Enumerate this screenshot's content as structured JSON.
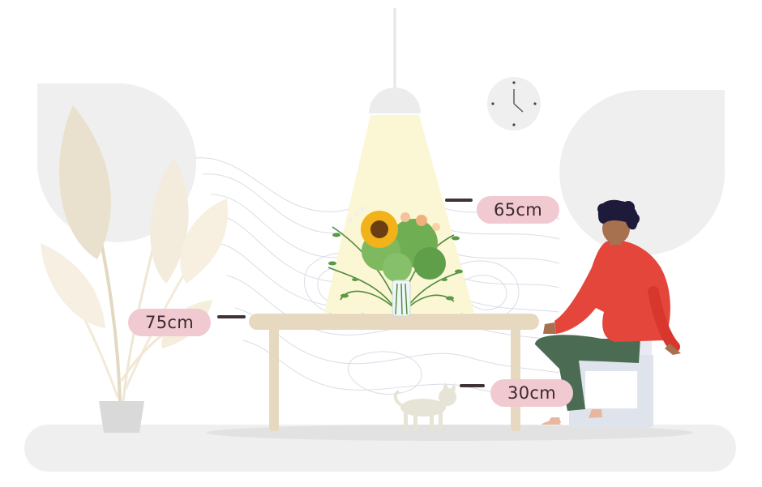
{
  "measurements": {
    "lamp_to_table": "65cm",
    "table_height": "75cm",
    "seat_height": "30cm"
  },
  "colors": {
    "label_bg": "#f1c9d0",
    "label_text": "#3b2a2f",
    "table": "#e6d9bf",
    "sweater": "#e5463c",
    "trousers": "#4b6b52",
    "chair": "#dfe4ec",
    "floor": "#efefef",
    "light_cone": "#fbf6d2"
  },
  "icons": [
    "pendant-lamp-icon",
    "wall-clock-icon",
    "flower-vase-icon",
    "cat-icon",
    "plant-icon",
    "person-icon",
    "chair-icon"
  ]
}
